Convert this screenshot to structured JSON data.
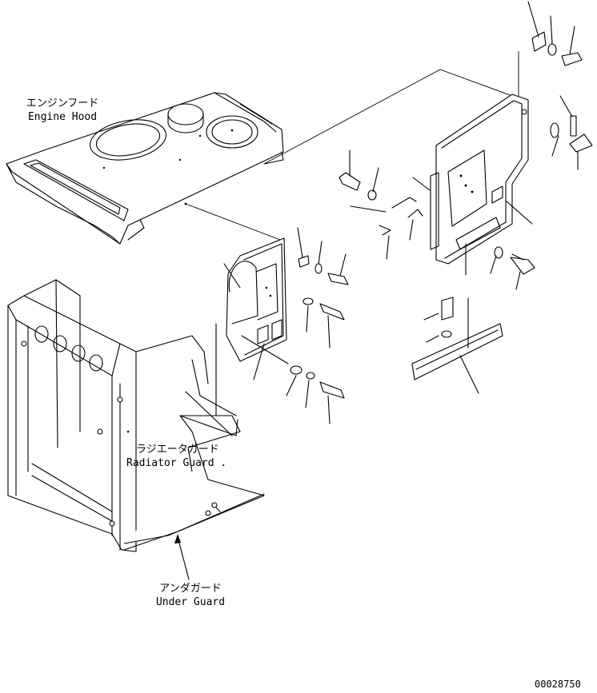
{
  "labels": {
    "engine_hood_jp": "エンジンフード",
    "engine_hood_en": "Engine Hood",
    "radiator_guard_jp": "ラジエータガード",
    "radiator_guard_en": "Radiator Guard .",
    "under_guard_jp": "アンダガード",
    "under_guard_en": "Under Guard",
    "drawing_number": "00028750"
  }
}
